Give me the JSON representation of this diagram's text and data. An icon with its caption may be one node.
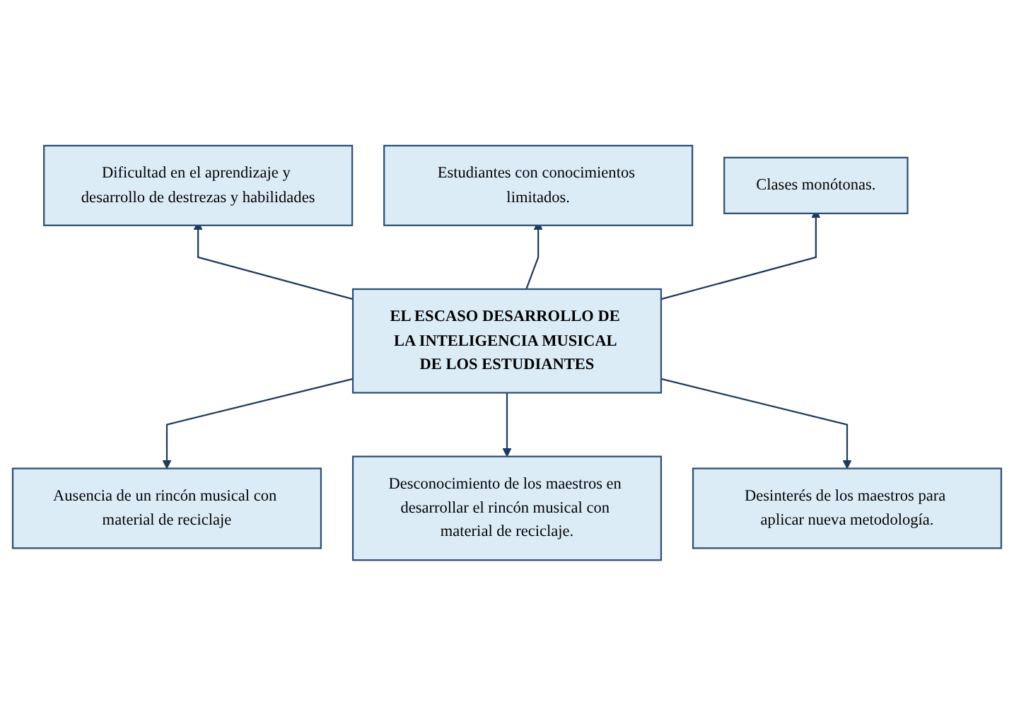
{
  "diagram": {
    "nodes": [
      {
        "text": [
          "Dificultad en el aprendizaje y desarrollo de destrezas y habilidades"
        ]
      },
      {
        "text": [
          "Estudiantes con conocimientos limitados."
        ]
      },
      {
        "text": [
          "Clases monótonas."
        ]
      },
      {
        "text": [
          "EL ESCASO DESARROLLO DE LA INTELIGENCIA MUSICAL DE LOS ESTUDIANTES"
        ]
      },
      {
        "text": [
          "Ausencia de un rincón musical con material de reciclaje"
        ]
      },
      {
        "text": [
          "Desconocimiento de los maestros en desarrollar el rincón musical con material de reciclaje."
        ]
      },
      {
        "text": [
          "Desinterés de los maestros para aplicar nueva metodología."
        ]
      }
    ],
    "edges": [
      {
        "from": 3,
        "to": 0,
        "arrow": "to"
      },
      {
        "from": 3,
        "to": 1,
        "arrow": "to"
      },
      {
        "from": 3,
        "to": 2,
        "arrow": "to"
      },
      {
        "from": 3,
        "to": 4,
        "arrow": "to"
      },
      {
        "from": 3,
        "to": 5,
        "arrow": "to"
      },
      {
        "from": 3,
        "to": 6,
        "arrow": "to"
      }
    ]
  }
}
